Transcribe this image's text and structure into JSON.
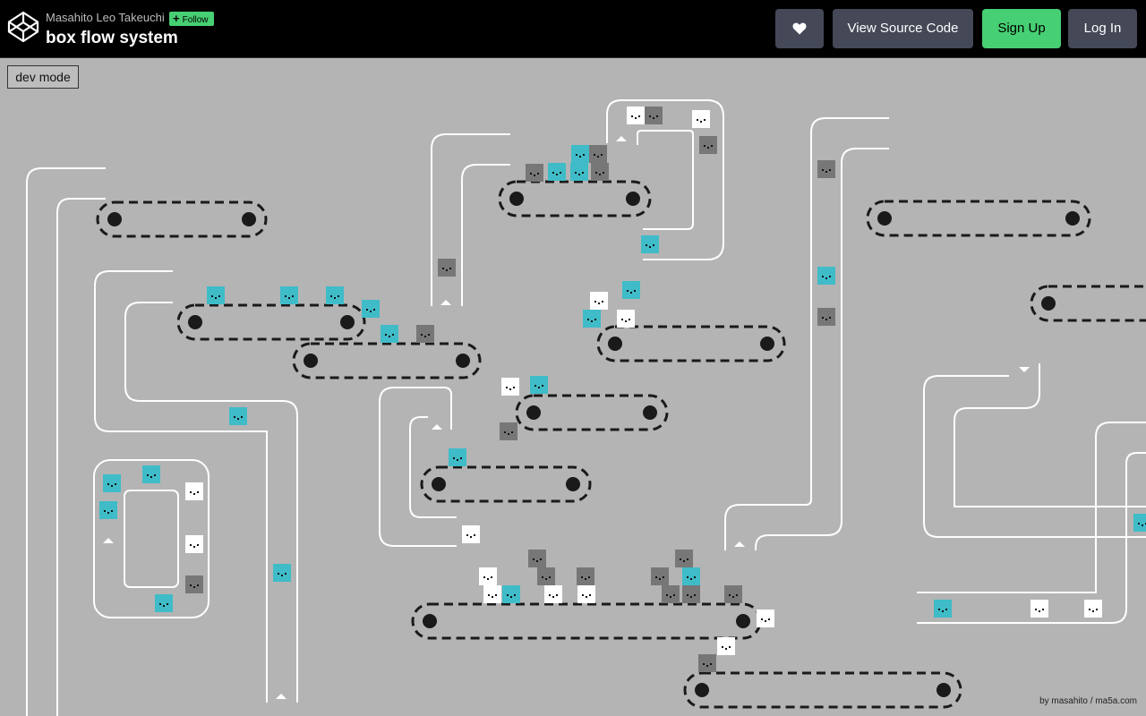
{
  "header": {
    "author": "Masahito Leo Takeuchi",
    "follow_label": "Follow",
    "title": "box flow system",
    "heart_icon": "heart-icon",
    "view_source_label": "View Source Code",
    "signup_label": "Sign Up",
    "login_label": "Log In"
  },
  "stage": {
    "dev_mode_label": "dev mode",
    "credit": "by masahito / ma5a.com",
    "colors": {
      "cyan": "#3fbcc8",
      "gray": "#777777",
      "white": "#ffffff",
      "belt": "#1a1a1a",
      "rail": "#ffffff",
      "bg": "#b4b4b4"
    },
    "face_boxes": [
      "white",
      "gray",
      "white",
      "gray",
      "cyan",
      "gray",
      "gray",
      "cyan",
      "cyan",
      "gray",
      "gray",
      "cyan",
      "gray",
      "cyan",
      "cyan",
      "white",
      "cyan",
      "cyan",
      "cyan",
      "gray",
      "cyan",
      "cyan",
      "white",
      "gray",
      "gray",
      "white",
      "cyan",
      "gray",
      "cyan",
      "cyan",
      "cyan",
      "white",
      "cyan",
      "white",
      "white",
      "cyan",
      "cyan",
      "gray",
      "cyan",
      "gray",
      "gray",
      "gray",
      "white",
      "white",
      "cyan",
      "gray",
      "gray",
      "cyan",
      "gray",
      "gray",
      "gray",
      "gray",
      "white",
      "white",
      "gray",
      "cyan",
      "white",
      "white",
      "cyan",
      "white",
      "white",
      "cyan"
    ]
  }
}
